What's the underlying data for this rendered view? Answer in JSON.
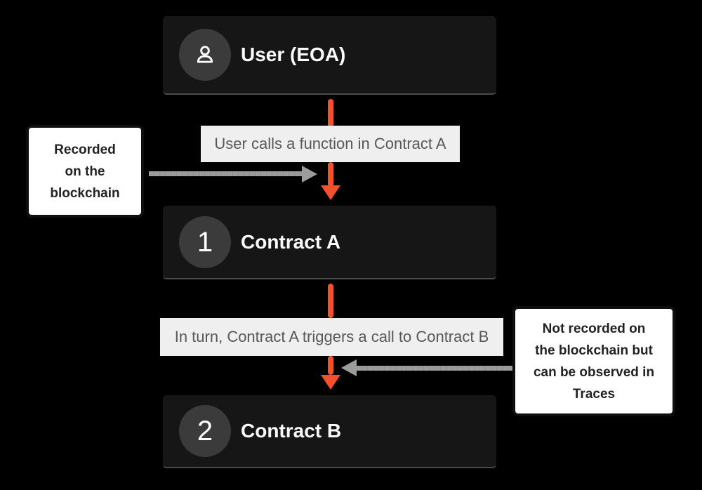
{
  "colors": {
    "background": "#000000",
    "node_fill": "#161616",
    "node_edge_highlight": "#4a4a4a",
    "badge_fill": "#3b3b3b",
    "node_text": "#fafafa",
    "edge_label_fill": "#efefef",
    "edge_label_text": "#585858",
    "callout_fill": "#ffffff",
    "callout_border": "#0f0f0f",
    "flow_arrow_orange": "#F4502D",
    "pointer_arrow_gray": "#9c9c9c"
  },
  "nodes": {
    "user": {
      "title": "User (EOA)",
      "badge_icon": "user-icon"
    },
    "contract_a": {
      "badge": "1",
      "title": "Contract A"
    },
    "contract_b": {
      "badge": "2",
      "title": "Contract B"
    }
  },
  "edge_labels": {
    "call_1": {
      "text": "User calls a function in Contract A"
    },
    "call_2": {
      "text": "In turn, Contract A triggers a call to Contract B"
    }
  },
  "callouts": {
    "left": {
      "text": "Recorded on the blockchain"
    },
    "right": {
      "text": "Not recorded on the blockchain but can be observed in Traces"
    }
  }
}
